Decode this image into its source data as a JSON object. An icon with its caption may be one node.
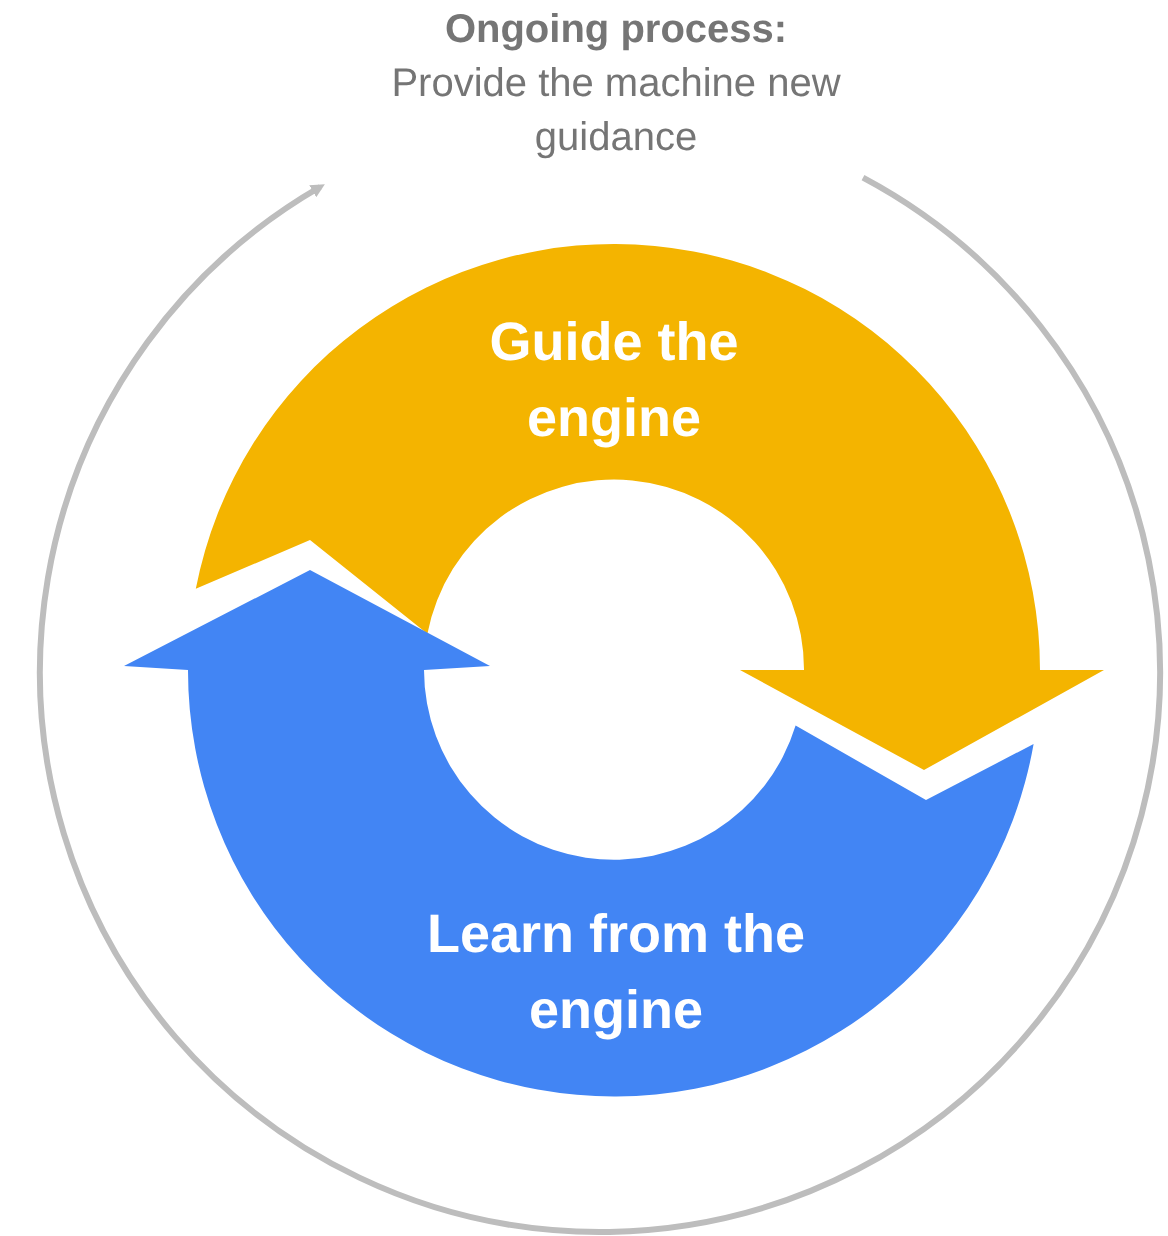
{
  "diagram": {
    "nodes": [
      {
        "text": [
          "Guide the engine"
        ]
      },
      {
        "text": [
          "Learn from the engine"
        ]
      },
      {
        "text": [
          "Ongoing process:",
          "Provide the machine new guidance"
        ]
      }
    ],
    "edges": [
      {
        "from": 2,
        "to": 2,
        "arrow": "to",
        "color": "#bdbdbd"
      }
    ]
  }
}
